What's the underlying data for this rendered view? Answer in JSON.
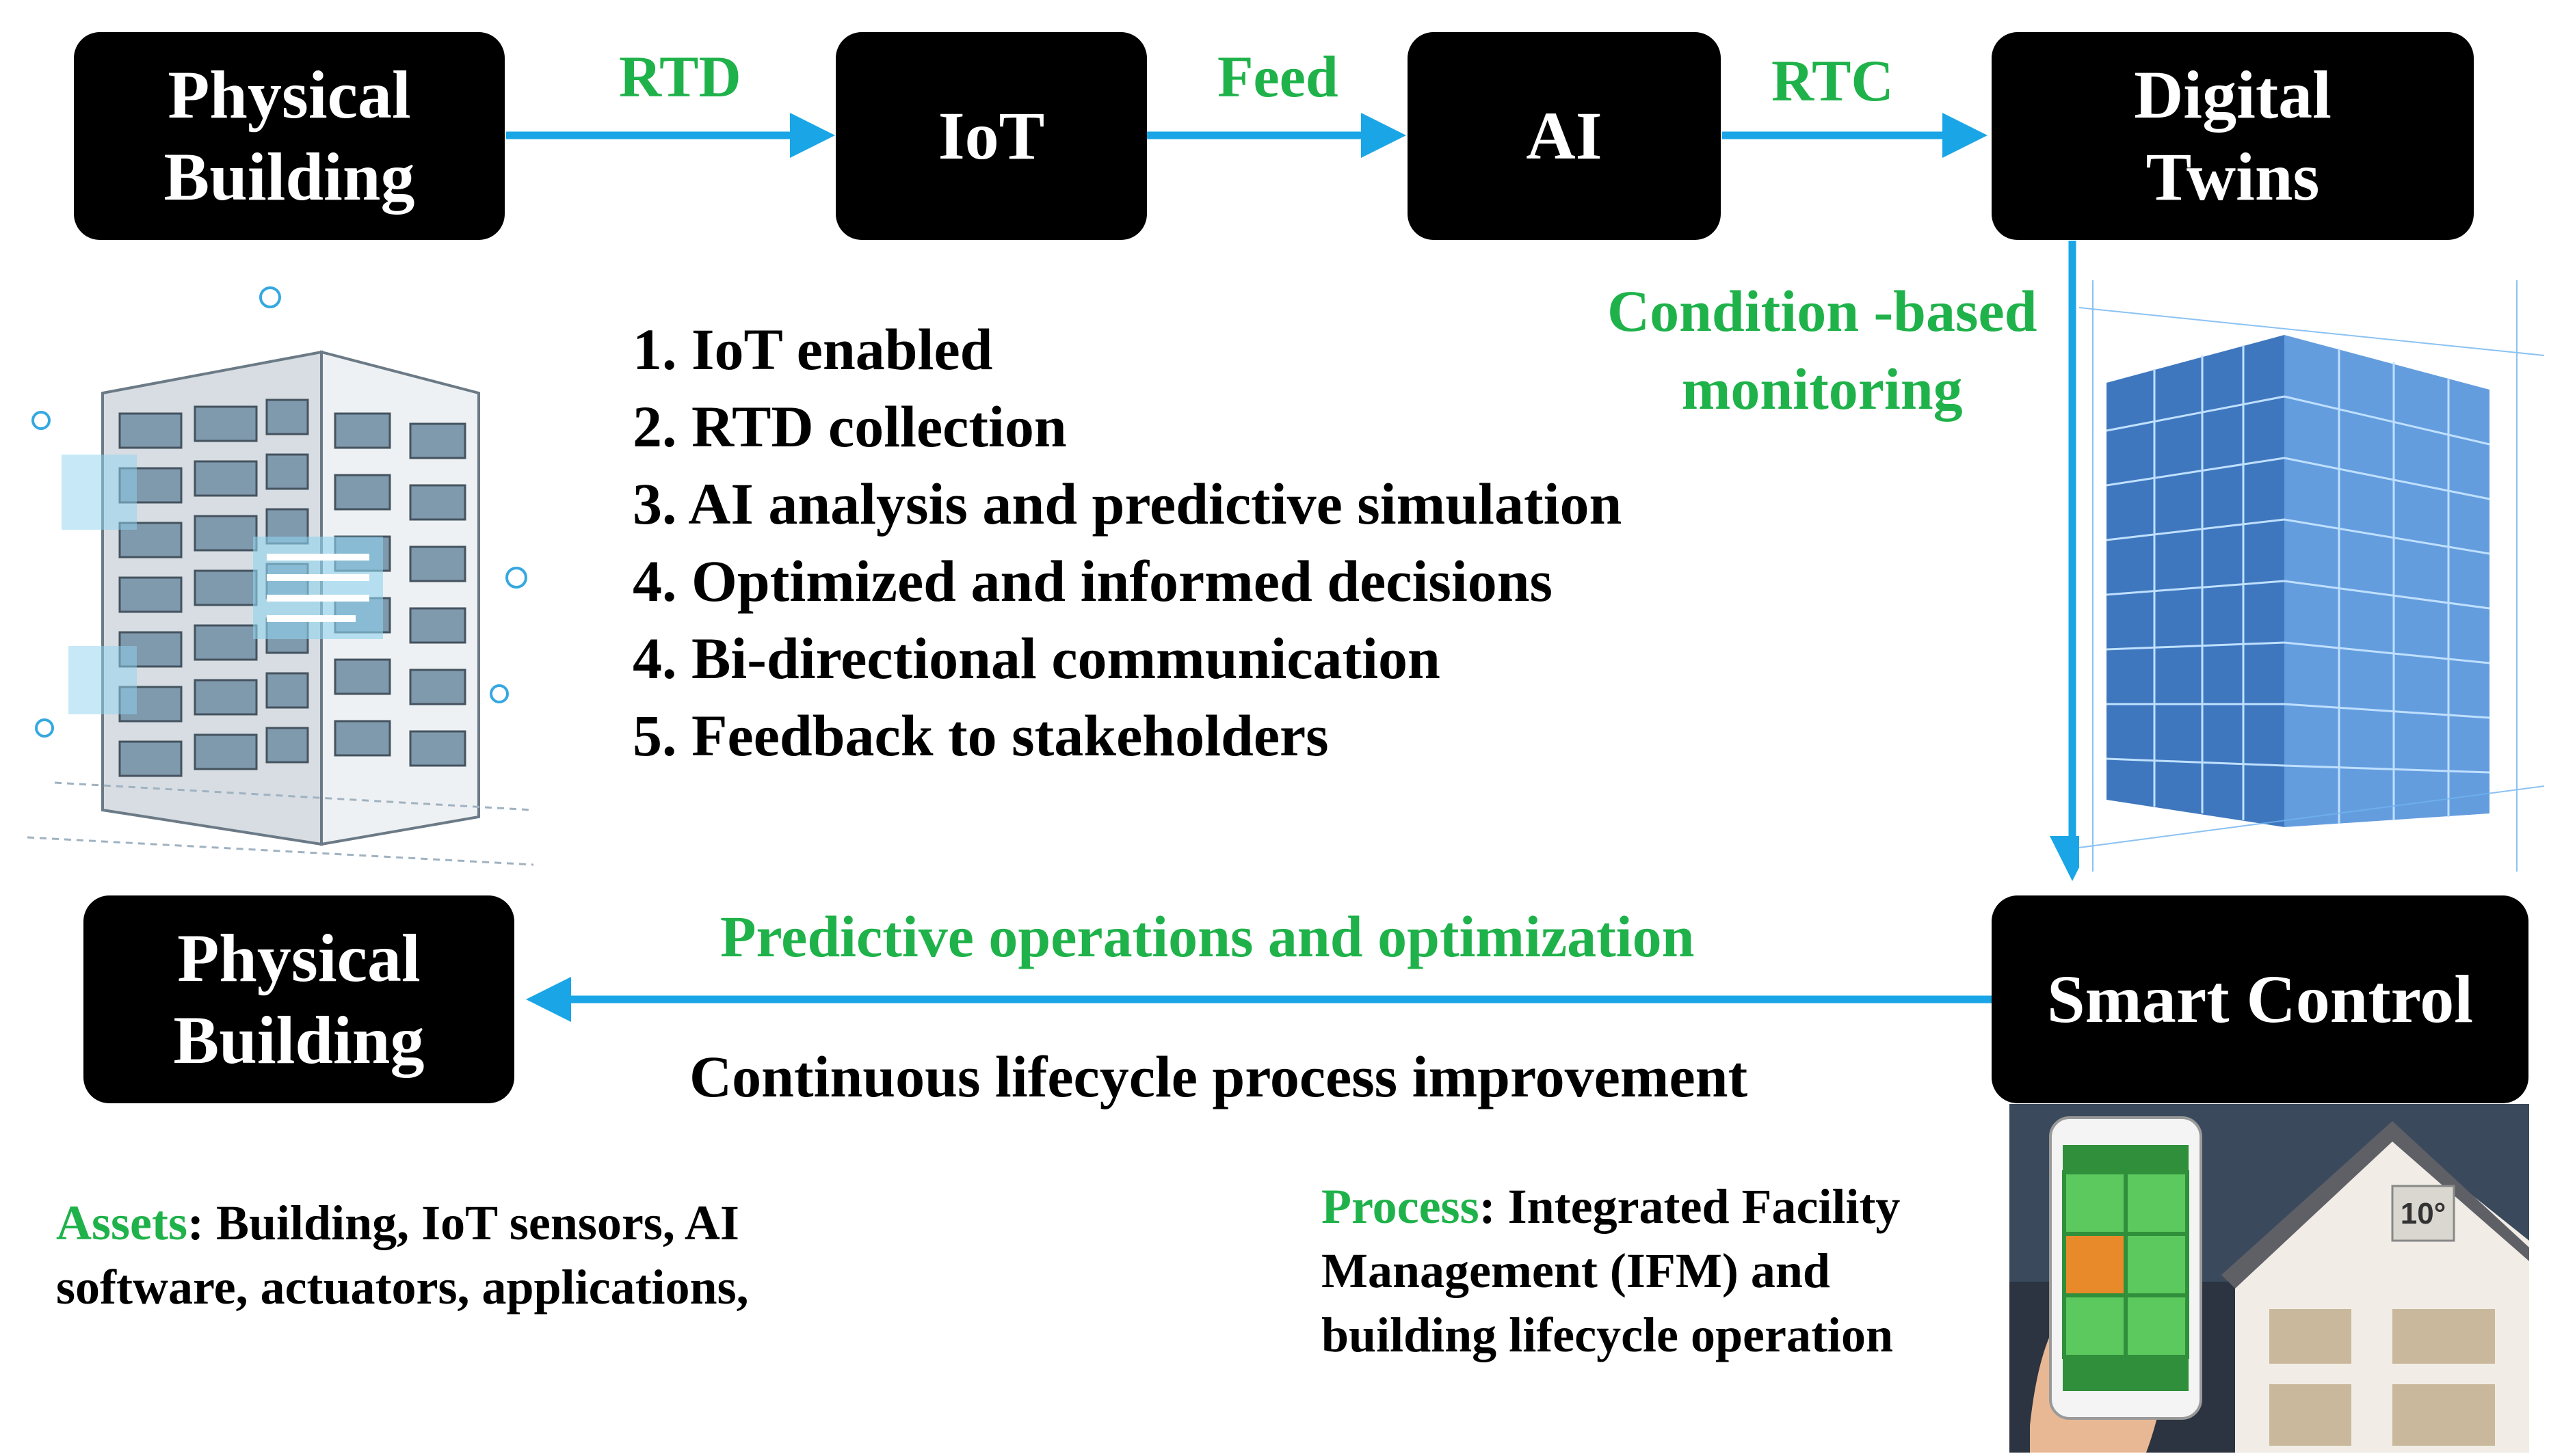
{
  "nodes": {
    "physical_top": [
      "Physical",
      "Building"
    ],
    "iot": "IoT",
    "ai": "AI",
    "digital_twins": [
      "Digital",
      "Twins"
    ],
    "physical_bottom": [
      "Physical",
      "Building"
    ],
    "smart_control": "Smart Control"
  },
  "edges": {
    "rtd": "RTD",
    "feed": "Feed",
    "rtc": "RTC",
    "monitoring": [
      "Condition -based",
      "monitoring"
    ],
    "predictive": "Predictive operations and optimization",
    "continuous": "Continuous lifecycle process improvement"
  },
  "steps": [
    "1. IoT enabled",
    "2. RTD collection",
    "3. AI analysis and predictive simulation",
    "4. Optimized and informed  decisions",
    "4. Bi-directional communication",
    "5. Feedback to stakeholders"
  ],
  "assets": {
    "label": "Assets",
    "text_line1": ": Building, IoT sensors, AI",
    "text_line2": "software, actuators, applications,"
  },
  "process": {
    "label": "Process",
    "text_line1": ": Integrated Facility",
    "text_line2": "Management (IFM) and",
    "text_line3": "building lifecycle operation"
  },
  "phone_badge": "10°",
  "colors": {
    "arrow": "#1aa6e6",
    "label_green": "#1fb24a",
    "box": "#000000",
    "box_text": "#ffffff"
  }
}
